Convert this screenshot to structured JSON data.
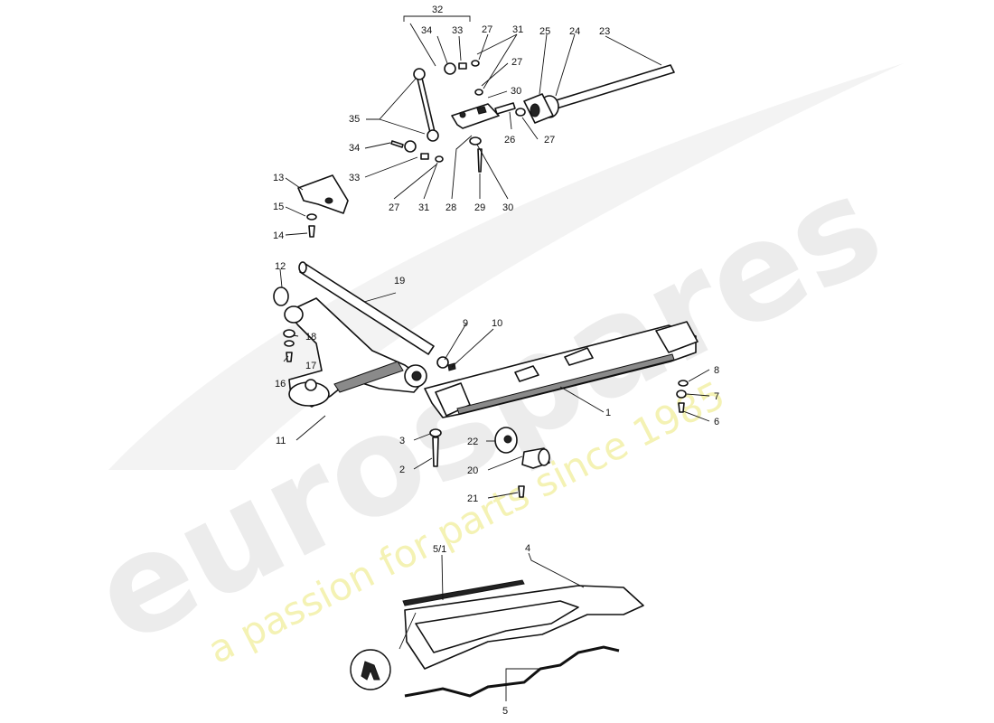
{
  "watermark": {
    "brand": "eurospares",
    "tagline": "a passion for parts since 1985"
  },
  "callouts": [
    {
      "id": "c1",
      "text": "1"
    },
    {
      "id": "c2",
      "text": "2"
    },
    {
      "id": "c3",
      "text": "3"
    },
    {
      "id": "c4",
      "text": "4"
    },
    {
      "id": "c5",
      "text": "5"
    },
    {
      "id": "c51",
      "text": "5/1"
    },
    {
      "id": "c6",
      "text": "6"
    },
    {
      "id": "c7",
      "text": "7"
    },
    {
      "id": "c8",
      "text": "8"
    },
    {
      "id": "c9",
      "text": "9"
    },
    {
      "id": "c10",
      "text": "10"
    },
    {
      "id": "c11",
      "text": "11"
    },
    {
      "id": "c12",
      "text": "12"
    },
    {
      "id": "c13",
      "text": "13"
    },
    {
      "id": "c14",
      "text": "14"
    },
    {
      "id": "c15",
      "text": "15"
    },
    {
      "id": "c16",
      "text": "16"
    },
    {
      "id": "c17",
      "text": "17"
    },
    {
      "id": "c18",
      "text": "18"
    },
    {
      "id": "c19",
      "text": "19"
    },
    {
      "id": "c20",
      "text": "20"
    },
    {
      "id": "c21",
      "text": "21"
    },
    {
      "id": "c22",
      "text": "22"
    },
    {
      "id": "c23",
      "text": "23"
    },
    {
      "id": "c24",
      "text": "24"
    },
    {
      "id": "c25",
      "text": "25"
    },
    {
      "id": "c26",
      "text": "26"
    },
    {
      "id": "c27a",
      "text": "27"
    },
    {
      "id": "c27b",
      "text": "27"
    },
    {
      "id": "c27c",
      "text": "27"
    },
    {
      "id": "c27d",
      "text": "27"
    },
    {
      "id": "c28",
      "text": "28"
    },
    {
      "id": "c29",
      "text": "29"
    },
    {
      "id": "c30a",
      "text": "30"
    },
    {
      "id": "c30b",
      "text": "30"
    },
    {
      "id": "c31a",
      "text": "31"
    },
    {
      "id": "c31b",
      "text": "31"
    },
    {
      "id": "c32",
      "text": "32"
    },
    {
      "id": "c33a",
      "text": "33"
    },
    {
      "id": "c33b",
      "text": "33"
    },
    {
      "id": "c34a",
      "text": "34"
    },
    {
      "id": "c34b",
      "text": "34"
    },
    {
      "id": "c35",
      "text": "35"
    }
  ],
  "colors": {
    "line": "#111111",
    "watermark_grey": "#ececec",
    "watermark_yellow": "#f4f2b4"
  }
}
